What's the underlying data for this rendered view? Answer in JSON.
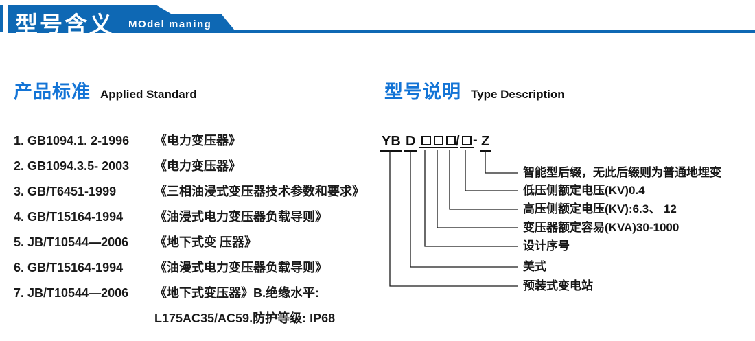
{
  "banner": {
    "title_zh": "型号含义",
    "title_en": "MOdel maning"
  },
  "colors": {
    "banner_blue": "#0e68b4",
    "section_title_blue": "#1374d6",
    "text_dark": "#1a1a1a"
  },
  "standards": {
    "title_zh": "产品标准",
    "title_en": "Applied Standard",
    "items": [
      {
        "code": "1. GB1094.1. 2-1996",
        "title": "《电力变压器》"
      },
      {
        "code": "2. GB1094.3.5- 2003",
        "title": "《电力变压器》"
      },
      {
        "code": "3. GB/T6451-1999",
        "title": "《三相油浸式变压器技术参数和要求》"
      },
      {
        "code": "4. GB/T15164-1994",
        "title": "《油浸式电力变压器负载导则》"
      },
      {
        "code": "5. JB/T10544—2006",
        "title": "《地下式变 压器》"
      },
      {
        "code": "6. GB/T15164-1994",
        "title": "《油漫式电力变压器负载导则》"
      },
      {
        "code": "7. JB/T10544—2006",
        "title": "《地下式变压器》B.绝缘水平:"
      }
    ],
    "continuation": "L175AC35/AC59.防护等级: IP68"
  },
  "model": {
    "title_zh": "型号说明",
    "title_en": "Type Description",
    "code": {
      "prefix": "YB",
      "sub": "D",
      "slash": "/",
      "dash": "-",
      "suffix": "Z"
    },
    "placeholder_boxes": 4,
    "labels": [
      "智能型后缀，无此后缀则为普通地埋变",
      "低压侧额定电压(KV)0.4",
      "高压侧额定电压(KV):6.3、 12",
      "变压器额定容易(KVA)30-1000",
      "设计序号",
      "美式",
      "预装式变电站"
    ]
  }
}
